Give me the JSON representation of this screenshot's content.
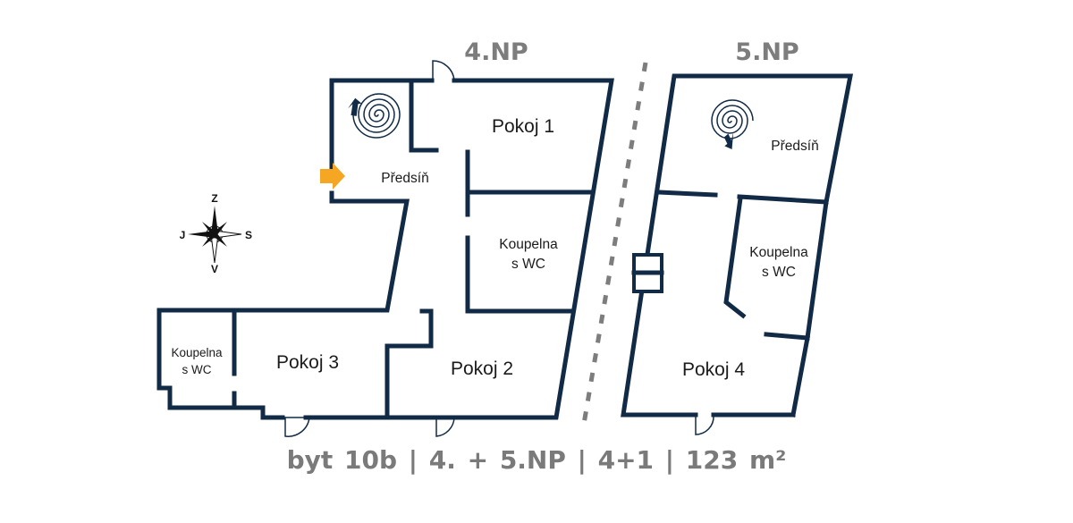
{
  "floors": {
    "floor4_title": "4.NP",
    "floor5_title": "5.NP"
  },
  "rooms": {
    "pokoj1": "Pokoj 1",
    "predsin4": "Předsíň",
    "koupelna_upper": [
      "Koupelna",
      "s WC"
    ],
    "koupelna_left": [
      "Koupelna",
      "s WC"
    ],
    "pokoj3": "Pokoj 3",
    "pokoj2": "Pokoj 2",
    "predsin5": "Předsíň",
    "koupelna5": [
      "Koupelna",
      "s WC"
    ],
    "pokoj4": "Pokoj 4"
  },
  "compass": {
    "north": "Z",
    "south": "V",
    "west": "J",
    "east": "S"
  },
  "footer": {
    "text": "byt 10b  |  4. + 5.NP  |  4+1  |  123 m²"
  },
  "colors": {
    "wall": "#112a46",
    "entrance_arrow": "#f5a623",
    "title_gray": "#7d7d7d"
  },
  "icons": [
    "spiral-staircase-icon",
    "entrance-arrow-icon",
    "compass-rose-icon",
    "door-swing-icon"
  ]
}
